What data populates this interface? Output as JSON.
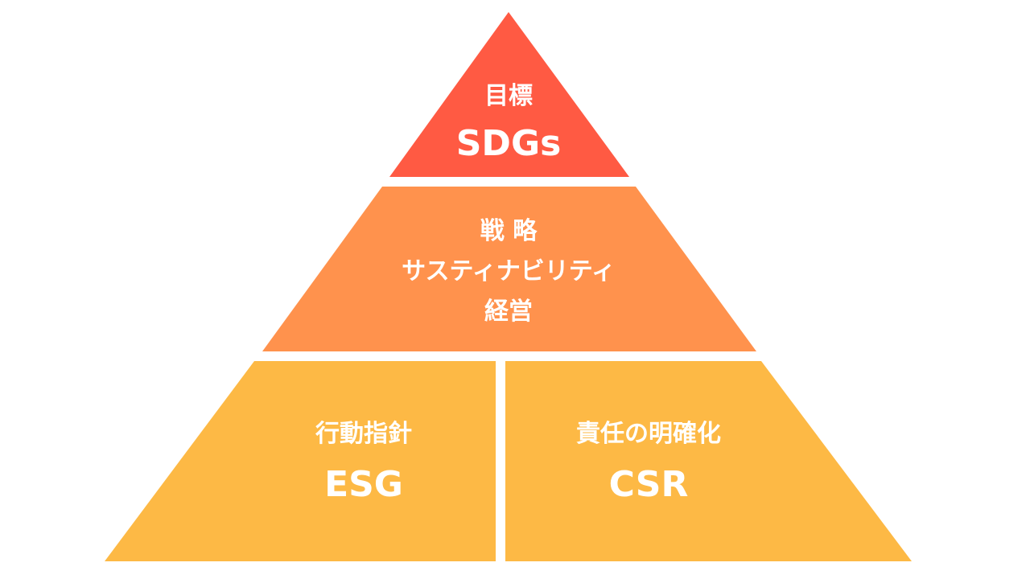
{
  "colors": {
    "top": "#FF5A43",
    "middle": "#FF924D",
    "bottom": "#FDB945",
    "text": "#FFFFFF"
  },
  "pyramid": {
    "top": {
      "title": "目標",
      "subtitle": "SDGs"
    },
    "middle": {
      "line1": "戦 略",
      "line2": "サスティナビリティ",
      "line3": "経営"
    },
    "bottom_left": {
      "title": "行動指針",
      "subtitle": "ESG"
    },
    "bottom_right": {
      "title": "責任の明確化",
      "subtitle": "CSR"
    }
  }
}
